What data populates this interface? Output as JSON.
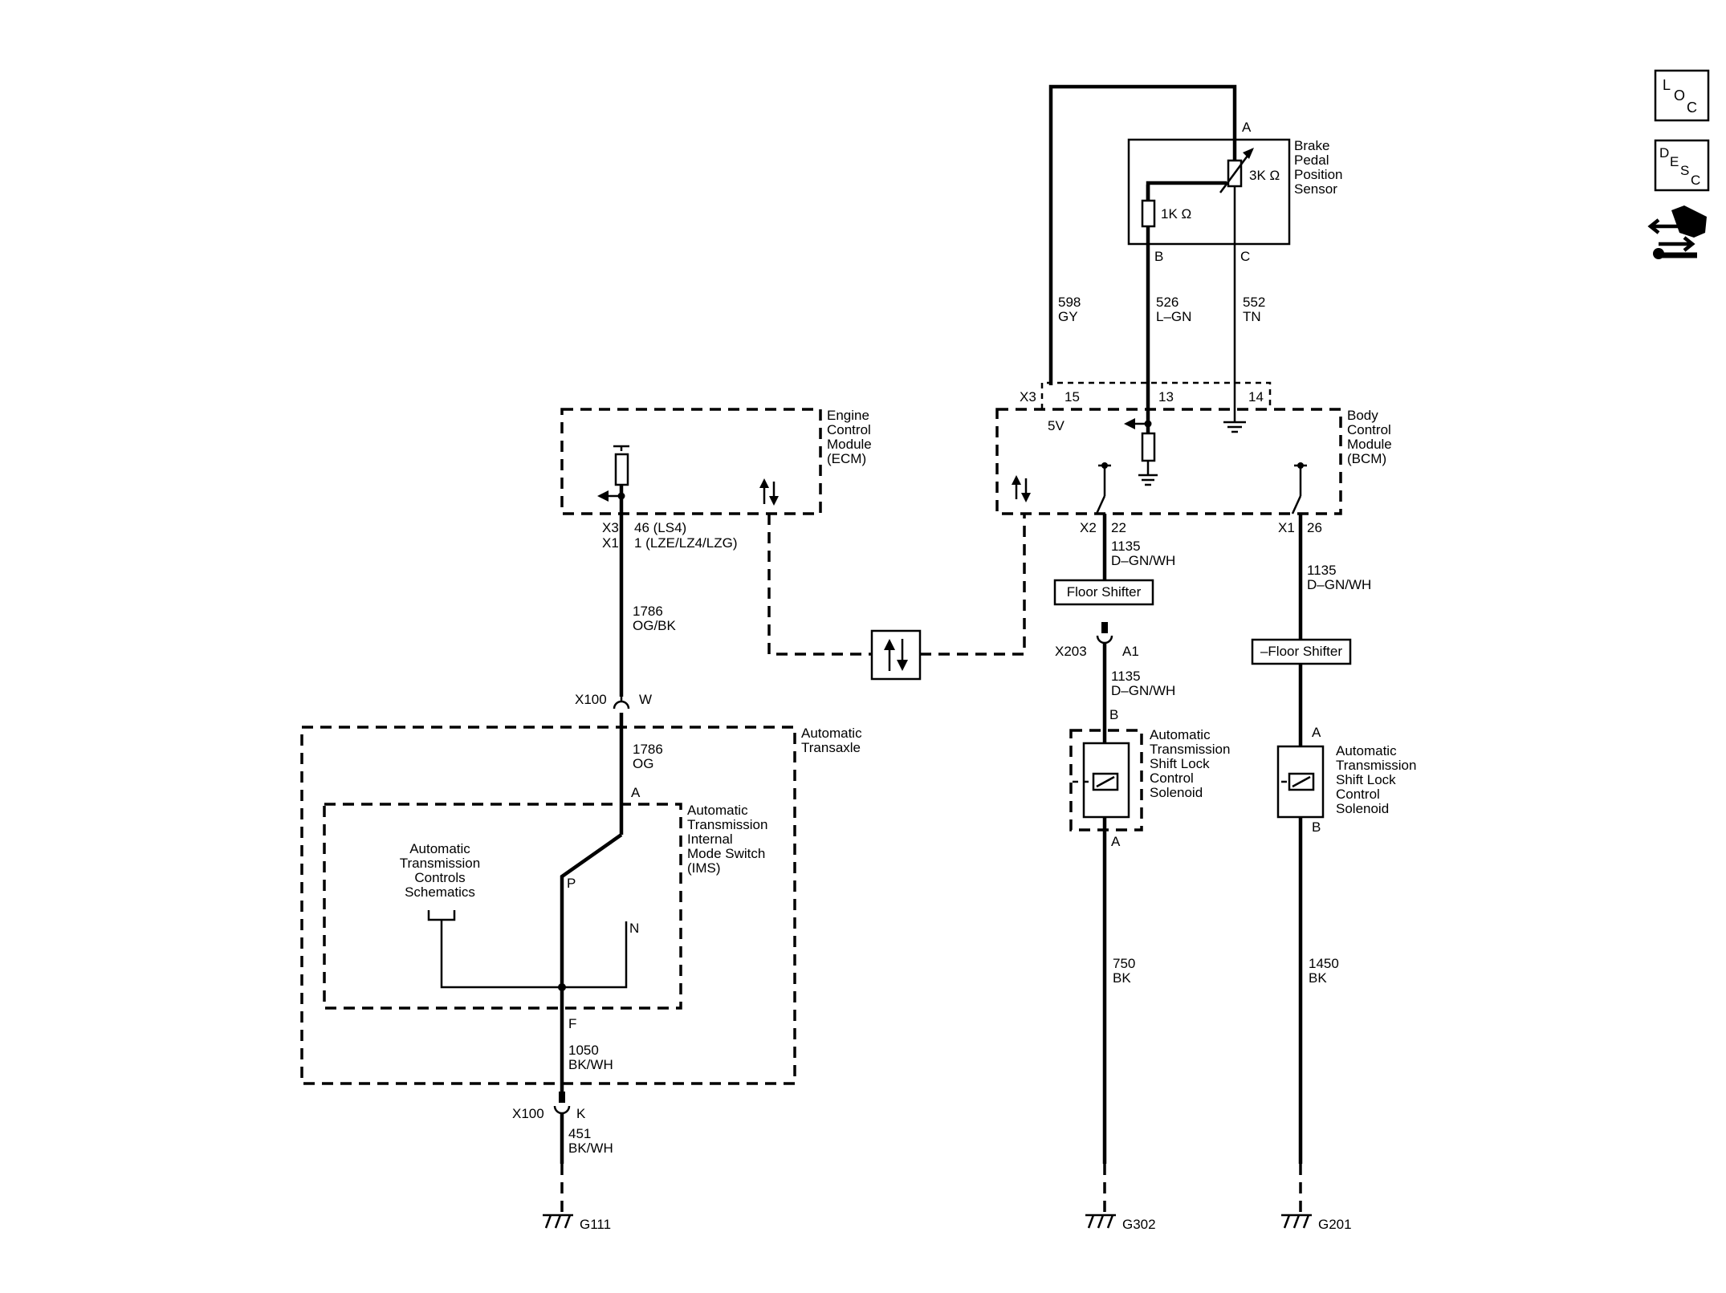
{
  "nav": {
    "loc": [
      "L",
      "O",
      "C"
    ],
    "desc": [
      "D",
      "E",
      "S",
      "C"
    ],
    "connector_icon": "connector-tool-icon"
  },
  "sensor": {
    "name": [
      "Brake",
      "Pedal",
      "Position",
      "Sensor"
    ],
    "r1": "1K Ω",
    "r2": "3K Ω",
    "pin_a": "A",
    "pin_b": "B",
    "pin_c": "C"
  },
  "wires_top": [
    {
      "circuit": "598",
      "color": "GY"
    },
    {
      "circuit": "526",
      "color": "L–GN"
    },
    {
      "circuit": "552",
      "color": "TN"
    }
  ],
  "bcm": {
    "name": [
      "Body",
      "Control",
      "Module",
      "(BCM)"
    ],
    "conn_x3": "X3",
    "pin15": "15",
    "pin13": "13",
    "pin14": "14",
    "v5": "5V",
    "x2": "X2",
    "pin22": "22",
    "x1": "X1",
    "pin26": "26"
  },
  "ecm": {
    "name": [
      "Engine",
      "Control",
      "Module",
      "(ECM)"
    ],
    "x3": "X3",
    "pin_x3": "46 (LS4)",
    "x1": "X1",
    "pin_x1": "1 (LZE/LZ4/LZG)"
  },
  "left": {
    "wire1": {
      "circuit": "1786",
      "color": "OG/BK"
    },
    "x100a": "X100",
    "pin_w": "W",
    "wire2": {
      "circuit": "1786",
      "color": "OG"
    },
    "pin_a": "A",
    "transaxle": [
      "Automatic",
      "Transaxle"
    ],
    "ims": [
      "Automatic",
      "Transmission",
      "Internal",
      "Mode Switch",
      "(IMS)"
    ],
    "controls": [
      "Automatic",
      "Transmission",
      "Controls",
      "Schematics"
    ],
    "pos_p": "P",
    "pos_n": "N",
    "pin_f": "F",
    "wire3": {
      "circuit": "1050",
      "color": "BK/WH"
    },
    "x100b": "X100",
    "pin_k": "K",
    "wire4": {
      "circuit": "451",
      "color": "BK/WH"
    },
    "ground": "G111"
  },
  "mid": {
    "wire1": {
      "circuit": "1135",
      "color": "D–GN/WH"
    },
    "option": "Floor Shifter",
    "x203": "X203",
    "pin_a1": "A1",
    "wire2": {
      "circuit": "1135",
      "color": "D–GN/WH"
    },
    "pin_b": "B",
    "solenoid": [
      "Automatic",
      "Transmission",
      "Shift Lock",
      "Control",
      "Solenoid"
    ],
    "pin_a": "A",
    "wire3": {
      "circuit": "750",
      "color": "BK"
    },
    "ground": "G302"
  },
  "right": {
    "wire1": {
      "circuit": "1135",
      "color": "D–GN/WH"
    },
    "option": "–Floor Shifter",
    "pin_a": "A",
    "solenoid": [
      "Automatic",
      "Transmission",
      "Shift Lock",
      "Control",
      "Solenoid"
    ],
    "pin_b": "B",
    "wire2": {
      "circuit": "1450",
      "color": "BK"
    },
    "ground": "G201"
  }
}
